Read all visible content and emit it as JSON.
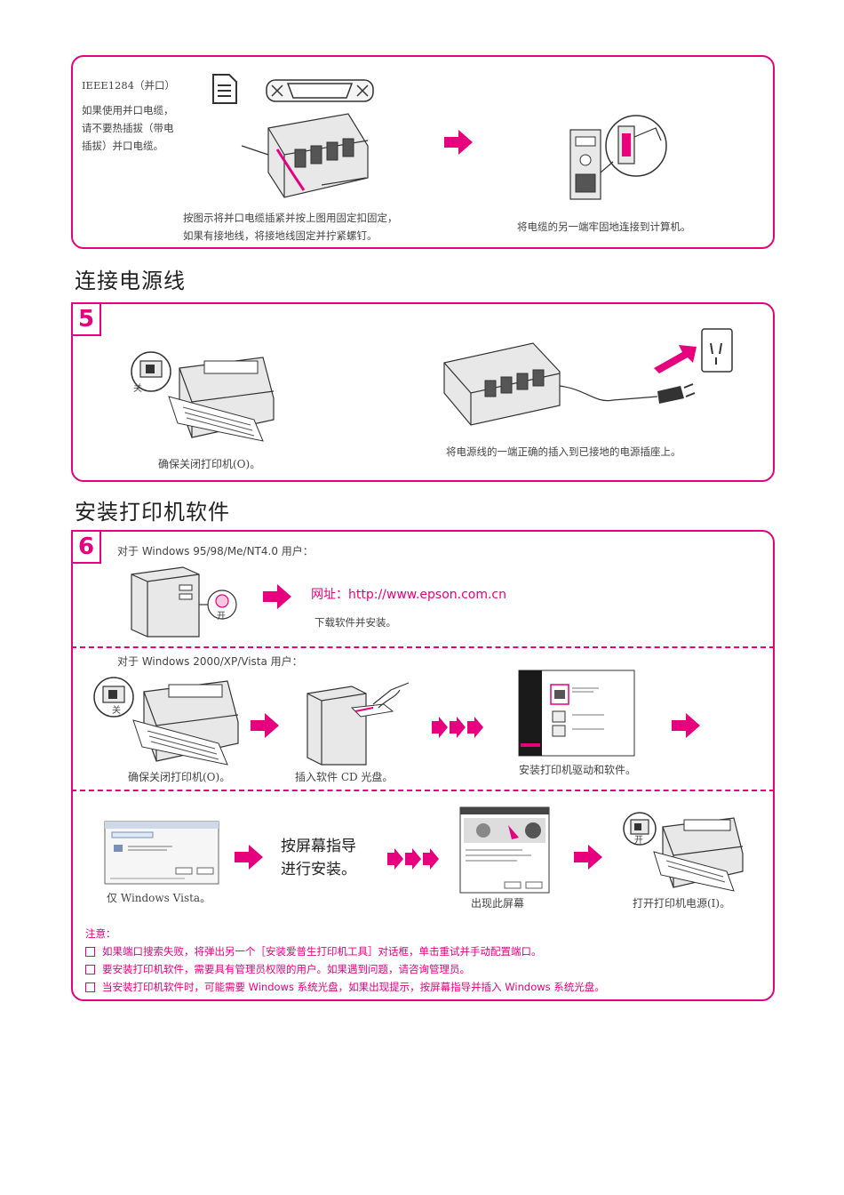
{
  "section_top": {
    "port_label": "IEEE1284（并口）",
    "warning_lines": [
      "如果使用并口电缆，",
      "请不要热插拔（带电",
      "插拔）并口电缆。"
    ],
    "caption_connect_lines": [
      "按图示将并口电缆插紧并按上图用固定扣固定，",
      "如果有接地线，将接地线固定并拧紧螺钉。"
    ],
    "caption_computer": "将电缆的另一端牢固地连接到计算机。"
  },
  "section_power": {
    "heading": "连接电源线",
    "step": "5",
    "label_off": "关",
    "caption_off": "确保关闭打印机(O)。",
    "caption_plug": "将电源线的一端正确的插入到已接地的电源插座上。"
  },
  "section_software": {
    "heading": "安装打印机软件",
    "step": "6",
    "win9x_title": "对于 Windows 95/98/Me/NT4.0 用户：",
    "label_on": "开",
    "url_text": "网址：http://www.epson.com.cn",
    "download_caption": "下载软件并安装。",
    "win2000_title": "对于 Windows 2000/XP/Vista 用户：",
    "label_off": "关",
    "caption_off": "确保关闭打印机(O)。",
    "caption_cd": "插入软件 CD 光盘。",
    "caption_install": "安装打印机驱动和软件。",
    "caption_vista": "仅 Windows Vista。",
    "follow_lines": [
      "按屏幕指导",
      "进行安装。"
    ],
    "caption_screen": "出现此屏幕",
    "caption_power_on": "打开打印机电源(I)。",
    "notes_title": "注意：",
    "notes": [
      "如果端口搜索失败，将弹出另一个［安装爱普生打印机工具］对话框，单击重试并手动配置端口。",
      "要安装打印机软件，需要具有管理员权限的用户。如果遇到问题，请咨询管理员。",
      "当安装打印机软件时，可能需要 Windows 系统光盘，如果出现提示，按屏幕指导并插入 Windows 系统光盘。"
    ]
  },
  "colors": {
    "accent": "#e6007e",
    "text": "#333333"
  }
}
